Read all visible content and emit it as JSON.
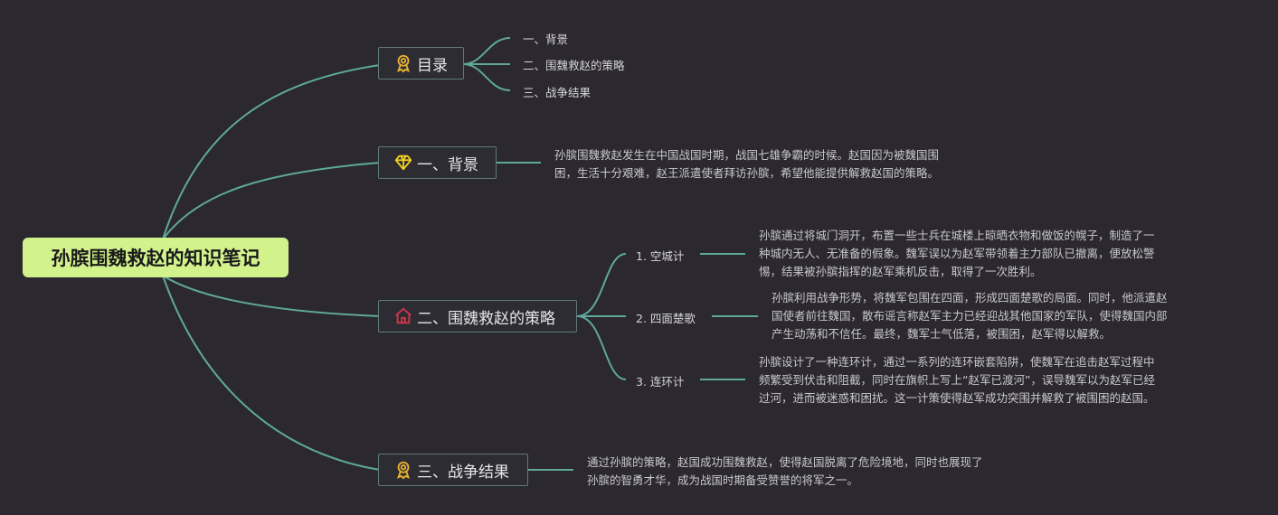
{
  "root": {
    "title": "孙膑围魏救赵的知识笔记"
  },
  "branches": {
    "toc": {
      "label": "目录",
      "items": [
        "一、背景",
        "二、围魏救赵的策略",
        "三、战争结果"
      ]
    },
    "background": {
      "label": "一、背景",
      "text_lines": [
        "孙膑围魏救赵发生在中国战国时期，战国七雄争霸的时候。赵国因为被魏国围",
        "困，生活十分艰难，赵王派遣使者拜访孙膑，希望他能提供解救赵国的策略。"
      ]
    },
    "strategy": {
      "label": "二、围魏救赵的策略",
      "subs": [
        {
          "label": "1. 空城计",
          "text_lines": [
            "孙膑通过将城门洞开，布置一些士兵在城楼上晾晒衣物和做饭的幌子，制造了一",
            "种城内无人、无准备的假象。魏军误以为赵军带领着主力部队已撤离，便放松警",
            "惕，结果被孙膑指挥的赵军乘机反击，取得了一次胜利。"
          ]
        },
        {
          "label": "2. 四面楚歌",
          "text_lines": [
            "孙膑利用战争形势，将魏军包围在四面，形成四面楚歌的局面。同时，他派遣赵",
            "国使者前往魏国，散布谣言称赵军主力已经迎战其他国家的军队，使得魏国内部",
            "产生动荡和不信任。最终，魏军士气低落，被围困，赵军得以解救。"
          ]
        },
        {
          "label": "3. 连环计",
          "text_lines": [
            "孙膑设计了一种连环计，通过一系列的连环嵌套陷阱，使魏军在追击赵军过程中",
            "频繁受到伏击和阻截，同时在旗帜上写上“赵军已渡河”，误导魏军以为赵军已经",
            "过河，进而被迷惑和困扰。这一计策使得赵军成功突围并解救了被围困的赵国。"
          ]
        }
      ]
    },
    "result": {
      "label": "三、战争结果",
      "text_lines": [
        "通过孙膑的策略，赵国成功围魏救赵，使得赵国脱离了危险境地，同时也展现了",
        "孙膑的智勇才华，成为战国时期备受赞誉的将军之一。"
      ]
    }
  },
  "icons": {
    "toc": "award-ribbon-icon",
    "background": "diamond-icon",
    "strategy": "home-icon",
    "result": "award-ribbon-icon"
  },
  "colors": {
    "background": "#2b2830",
    "root_fill": "#d2f28c",
    "connector": "#5fa89a",
    "award_icon": "#e8b430",
    "diamond_icon": "#f2d21e",
    "home_icon": "#d8344c"
  }
}
